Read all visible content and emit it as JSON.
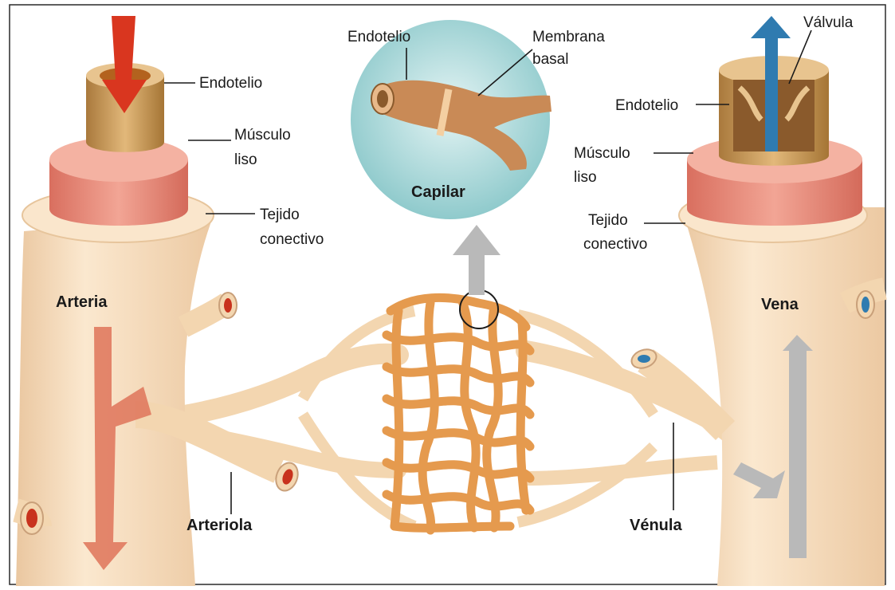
{
  "labels": {
    "artery": {
      "endothelium": "Endotelio",
      "smooth_muscle_1": "Músculo",
      "smooth_muscle_2": "liso",
      "connective_1": "Tejido",
      "connective_2": "conectivo",
      "vessel_name": "Arteria"
    },
    "capillary": {
      "endothelium": "Endotelio",
      "basement_membrane_1": "Membrana",
      "basement_membrane_2": "basal",
      "vessel_name": "Capilar"
    },
    "vein": {
      "valve": "Válvula",
      "endothelium": "Endotelio",
      "smooth_muscle_1": "Músculo",
      "smooth_muscle_2": "liso",
      "connective_1": "Tejido",
      "connective_2": "conectivo",
      "vessel_name": "Vena"
    },
    "arteriole": "Arteriola",
    "venule": "Vénula"
  },
  "colors": {
    "tissue": "#f7dcb8",
    "muscle": "#e88a7a",
    "endothelium": "#c89a5a",
    "capillary": "#e59a4e",
    "arterial_flow": "#d9361f",
    "venous_flow": "#2f7bb0",
    "inset_bg": "#9ed3d6",
    "gray_arrow": "#b9b9b9"
  }
}
